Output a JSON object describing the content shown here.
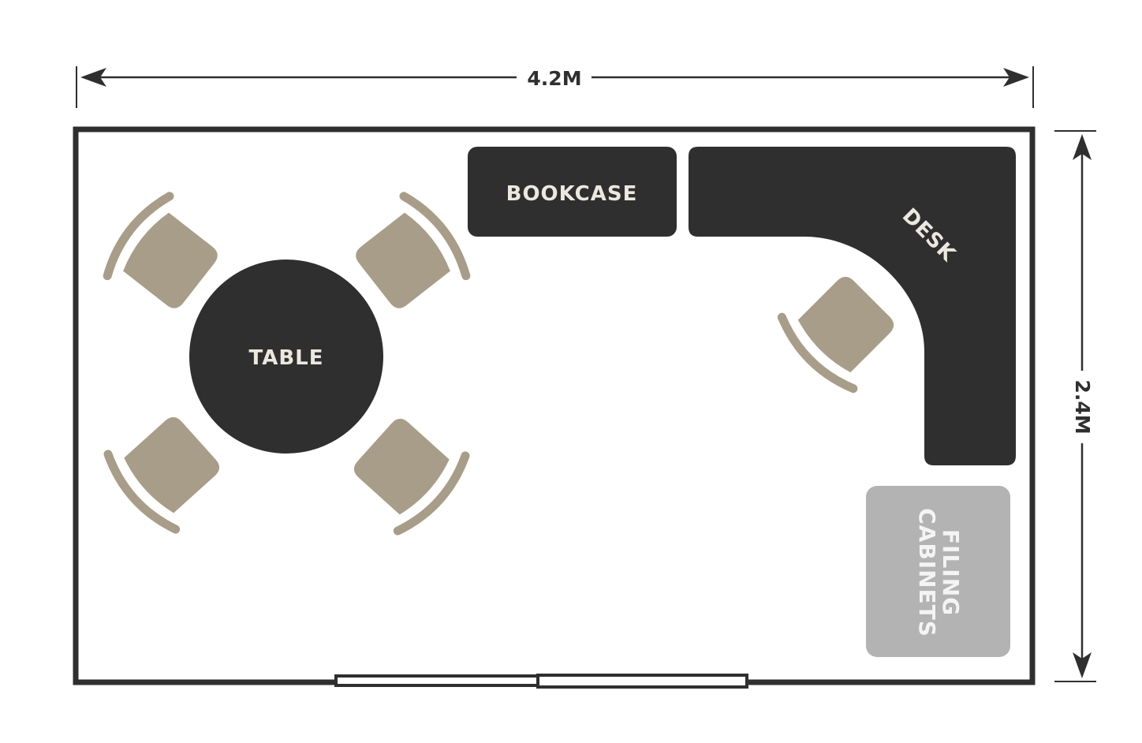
{
  "dimensions": {
    "width_label": "4.2M",
    "height_label": "2.4M"
  },
  "furniture": {
    "table": "TABLE",
    "bookcase": "BOOKCASE",
    "desk": "DESK",
    "filing_line1": "FILING",
    "filing_line2": "CABINETS"
  },
  "colors": {
    "dark": "#2f2f2f",
    "chair": "#a89d88",
    "cabinet": "#b3b3b3",
    "label": "#ece8df"
  }
}
